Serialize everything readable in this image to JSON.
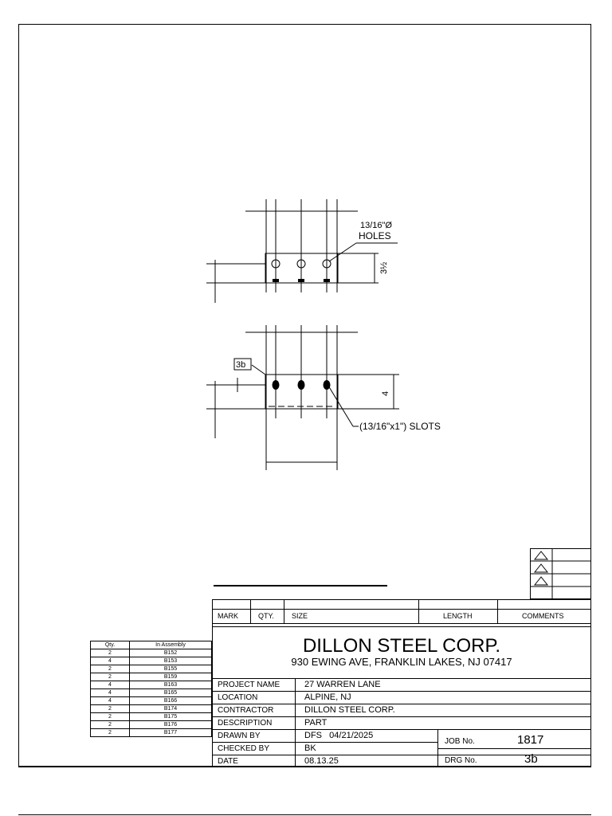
{
  "drawing": {
    "hole_callout": {
      "size": "13/16\"Ø",
      "label": "HOLES"
    },
    "height_dim": "3½",
    "width_dim": "4",
    "mark_tag": "3b",
    "slot_callout": "(13/16\"x1\") SLOTS"
  },
  "title_block": {
    "headers": {
      "mark": "MARK",
      "qty": "QTY.",
      "size": "SIZE",
      "length": "LENGTH",
      "comments": "COMMENTS"
    },
    "company_name": "DILLON STEEL CORP.",
    "company_address": "930 EWING AVE, FRANKLIN LAKES, NJ 07417",
    "project_name_label": "PROJECT NAME",
    "project_name": "27 WARREN LANE",
    "location_label": "LOCATION",
    "location": "ALPINE, NJ",
    "contractor_label": "CONTRACTOR",
    "contractor": "DILLON STEEL CORP.",
    "description_label": "DESCRIPTION",
    "description": "PART",
    "drawn_by_label": "DRAWN BY",
    "drawn_by": "DFS   04/21/2025",
    "checked_by_label": "CHECKED BY",
    "checked_by": "BK",
    "date_label": "DATE",
    "date": "08.13.25",
    "job_no_label": "JOB No.",
    "job_no": "1817",
    "drg_no_label": "DRG No.",
    "drg_no": "3b"
  },
  "assembly_table": {
    "headers": [
      "Qty.",
      "In Assembly"
    ],
    "rows": [
      [
        "2",
        "B152"
      ],
      [
        "4",
        "B153"
      ],
      [
        "2",
        "B155"
      ],
      [
        "2",
        "B159"
      ],
      [
        "4",
        "B163"
      ],
      [
        "4",
        "B165"
      ],
      [
        "4",
        "B166"
      ],
      [
        "2",
        "B174"
      ],
      [
        "2",
        "B175"
      ],
      [
        "2",
        "B176"
      ],
      [
        "2",
        "B177"
      ]
    ]
  }
}
